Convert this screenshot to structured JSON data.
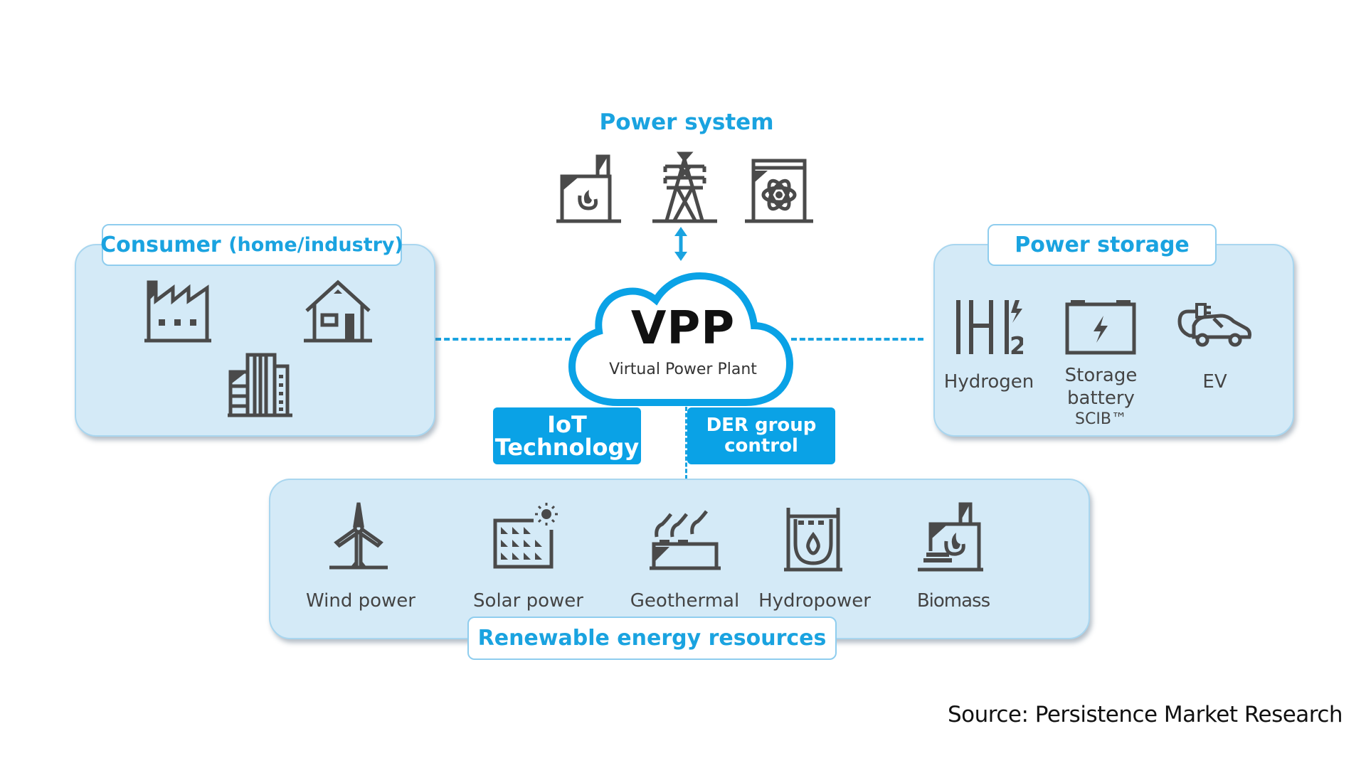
{
  "diagram": {
    "power_system": {
      "title": "Power system",
      "icons": [
        "thermal-plant-icon",
        "transmission-tower-icon",
        "nuclear-plant-icon"
      ]
    },
    "vpp": {
      "title": "VPP",
      "subtitle": "Virtual Power Plant"
    },
    "consumer": {
      "title": "Consumer",
      "title_suffix": "(home/industry)",
      "icons": [
        "factory-icon",
        "house-icon",
        "office-building-icon"
      ]
    },
    "power_storage": {
      "title": "Power storage",
      "items": [
        {
          "label": "Hydrogen",
          "icon": "hydrogen-icon"
        },
        {
          "label_lines": [
            "Storage",
            "battery",
            "SCIB™"
          ],
          "icon": "battery-icon"
        },
        {
          "label": "EV",
          "icon": "electric-vehicle-icon"
        }
      ]
    },
    "technologies": [
      {
        "lines": [
          "IoT",
          "Technology"
        ]
      },
      {
        "lines": [
          "DER group",
          "control"
        ]
      }
    ],
    "renewables": {
      "title": "Renewable energy resources",
      "items": [
        {
          "label": "Wind power",
          "icon": "wind-turbine-icon"
        },
        {
          "label": "Solar power",
          "icon": "solar-panel-icon"
        },
        {
          "label": "Geothermal",
          "icon": "geothermal-plant-icon"
        },
        {
          "label": "Hydropower",
          "icon": "hydropower-dam-icon"
        },
        {
          "label": "Biomass",
          "icon": "biomass-plant-icon"
        }
      ]
    },
    "colors": {
      "accent_blue": "#1aa3e0",
      "panel_fill": "#d4eaf7",
      "icon_gray": "#4a4a4a"
    }
  },
  "source": "Source: Persistence Market Research"
}
